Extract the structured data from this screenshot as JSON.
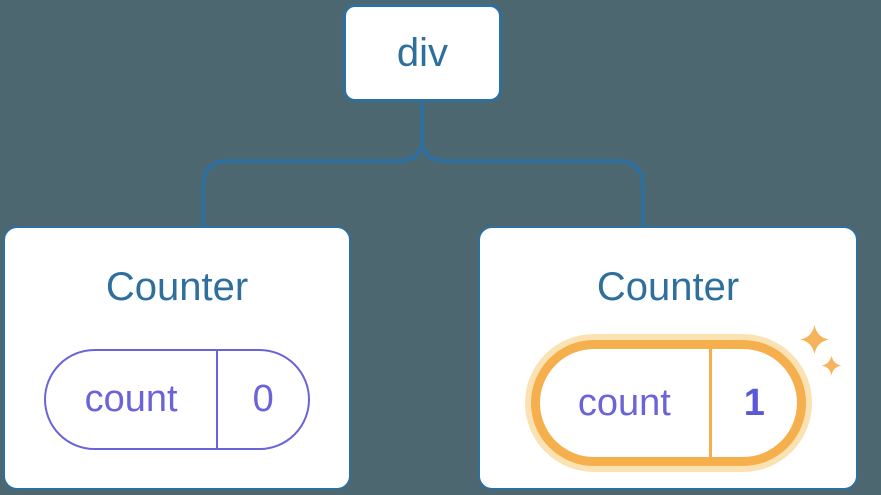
{
  "colors": {
    "background": "#4C6770",
    "line-blue": "#2E6F9D",
    "title-blue": "#2E6F9D",
    "purple": "#6B63D8",
    "value-purple": "#5B58D8",
    "orange": "#F5AF4D",
    "orange-halo": "#FBE2B2",
    "sparkle": "#F5B45C",
    "card-bg": "#FFFFFF"
  },
  "tree": {
    "root": {
      "label": "div"
    },
    "children": [
      {
        "title": "Counter",
        "state_key": "count",
        "state_value": "0",
        "highlighted": false
      },
      {
        "title": "Counter",
        "state_key": "count",
        "state_value": "1",
        "highlighted": true,
        "highlight_icon": "sparkle-icon"
      }
    ]
  }
}
